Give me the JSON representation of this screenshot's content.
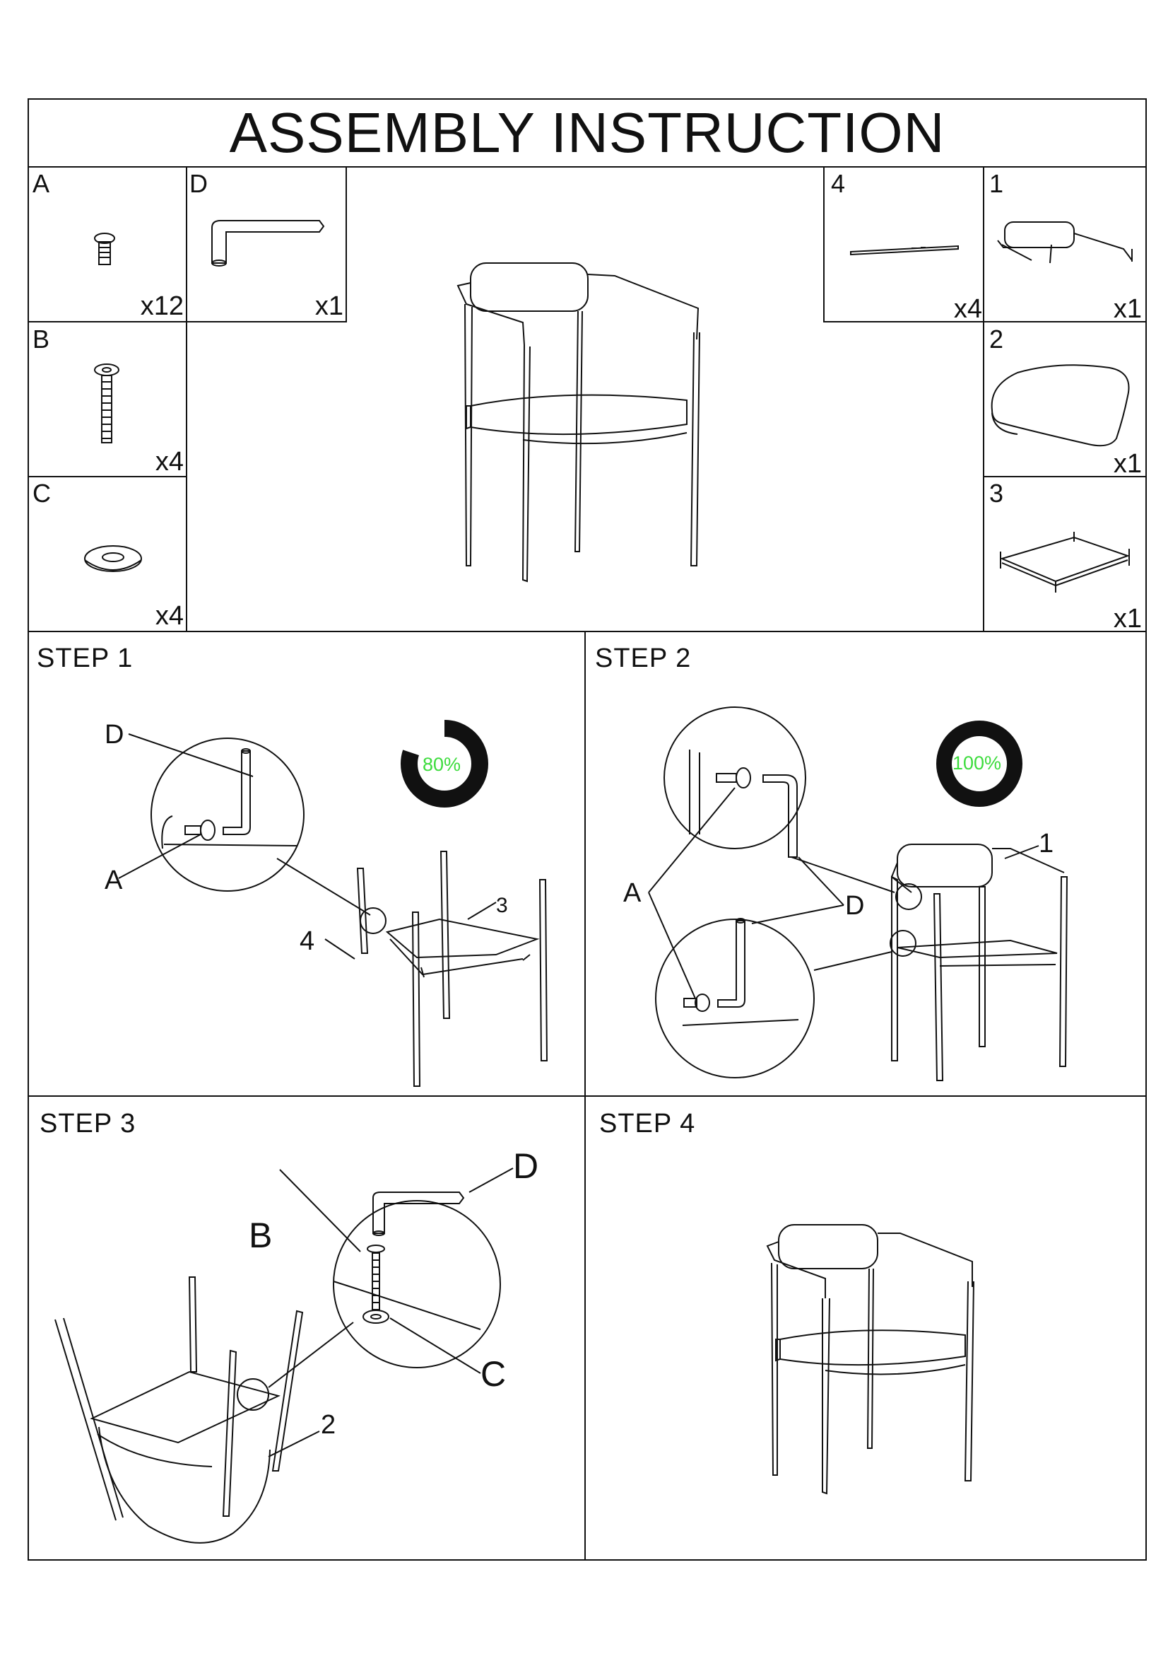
{
  "title": "ASSEMBLY INSTRUCTION",
  "parts": [
    {
      "id": "A",
      "qty": "x12"
    },
    {
      "id": "D",
      "qty": "x1"
    },
    {
      "id": "4",
      "qty": "x4"
    },
    {
      "id": "1",
      "qty": "x1"
    },
    {
      "id": "B",
      "qty": "x4"
    },
    {
      "id": "2",
      "qty": "x1"
    },
    {
      "id": "C",
      "qty": "x4"
    },
    {
      "id": "3",
      "qty": "x1"
    }
  ],
  "steps": [
    {
      "label": "STEP  1",
      "progress": "80%",
      "progress_value": 0.8,
      "callouts": {
        "d": "D",
        "a": "A",
        "part3": "3",
        "part4": "4"
      }
    },
    {
      "label": "STEP  2",
      "progress": "100%",
      "progress_value": 1.0,
      "callouts": {
        "a": "A",
        "d": "D",
        "part1": "1"
      }
    },
    {
      "label": "STEP 3",
      "callouts": {
        "d": "D",
        "b": "B",
        "c": "C",
        "part2": "2"
      }
    },
    {
      "label": "STEP 4"
    }
  ],
  "colors": {
    "line": "#111111",
    "progress_text": "#3ddc3d"
  }
}
